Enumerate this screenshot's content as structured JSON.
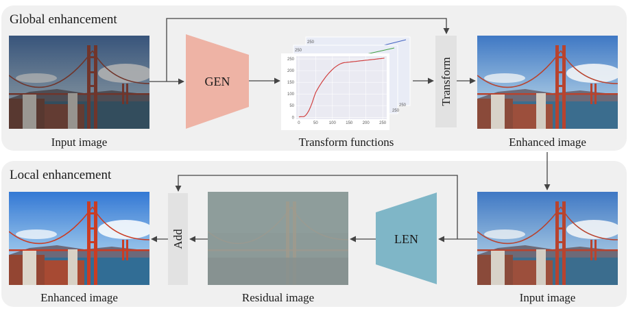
{
  "global": {
    "title": "Global enhancement",
    "input_caption": "Input image",
    "gen_label": "GEN",
    "transform_functions_caption": "Transform functions",
    "transform_label": "Transform",
    "enhanced_caption": "Enhanced image",
    "chart": {
      "x_ticks": [
        "0",
        "50",
        "100",
        "150",
        "200",
        "250"
      ],
      "y_ticks": [
        "0",
        "50",
        "100",
        "150",
        "200",
        "250"
      ],
      "back_axis_tick": "250",
      "curve_color": "#d04040",
      "stack_colors": [
        "#d04040",
        "#40a040",
        "#4060c0"
      ]
    }
  },
  "local": {
    "title": "Local enhancement",
    "enhanced_caption": "Enhanced image",
    "add_label": "Add",
    "residual_caption": "Residual image",
    "len_label": "LEN",
    "input_caption": "Input image"
  },
  "colors": {
    "panel": "#f0f0f0",
    "gen": "#eeb3a5",
    "len": "#7fb6c7",
    "bar": "#e2e2e2",
    "arrow": "#444444"
  }
}
